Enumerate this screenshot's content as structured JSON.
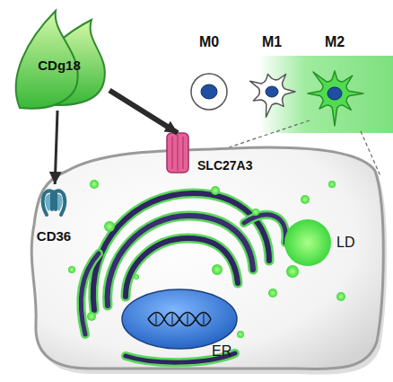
{
  "diagram": {
    "nodes": [
      {
        "text": [
          "CDg18"
        ]
      },
      {
        "text": [
          "M0"
        ]
      },
      {
        "text": [
          "M1"
        ]
      },
      {
        "text": [
          "M2"
        ]
      },
      {
        "text": [
          "CD36"
        ]
      },
      {
        "text": [
          "SLC27A3"
        ]
      },
      {
        "text": [
          "LD"
        ]
      }
    ],
    "edges": [
      {
        "from": 0,
        "to": 4,
        "arrow": "to"
      },
      {
        "from": 0,
        "to": 5,
        "arrow": "to"
      }
    ],
    "labels": [
      "ER"
    ]
  }
}
